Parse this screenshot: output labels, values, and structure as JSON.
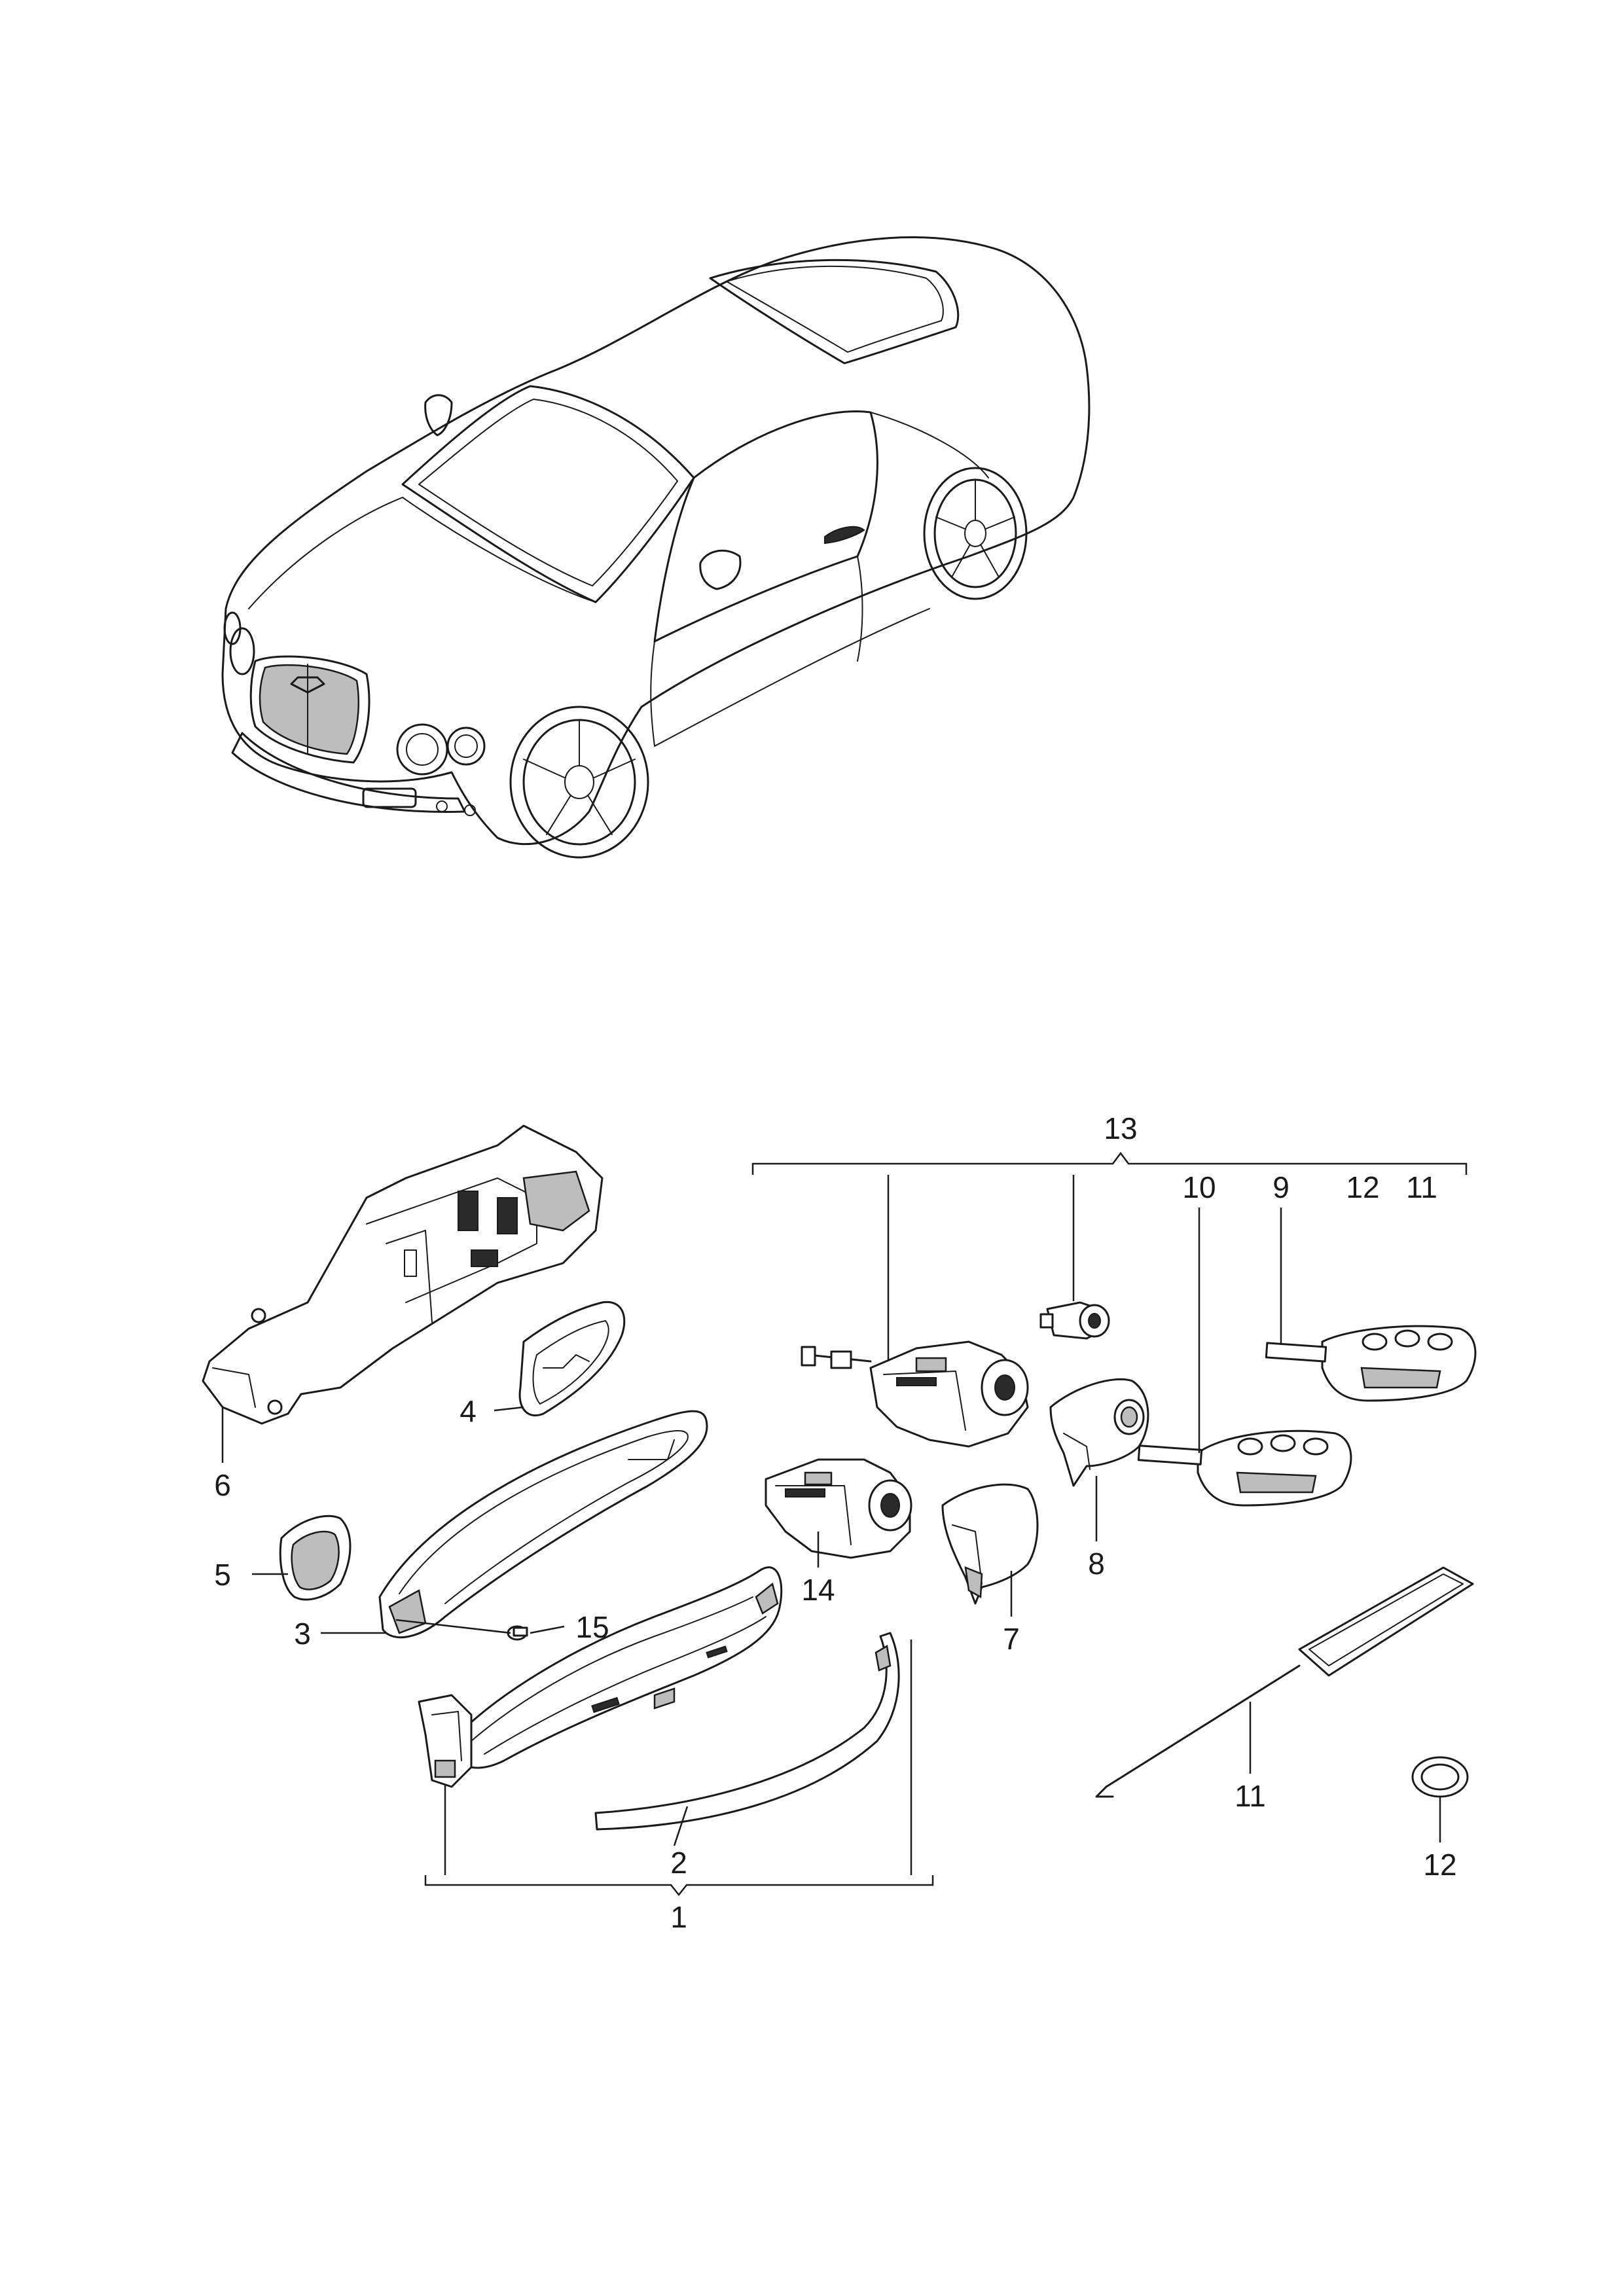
{
  "callouts": {
    "c1": "1",
    "c2": "2",
    "c3": "3",
    "c4": "4",
    "c5": "5",
    "c6": "6",
    "c7": "7",
    "c8": "8",
    "c9": "9",
    "c10": "10",
    "c11_top": "11",
    "c11": "11",
    "c12_top": "12",
    "c12": "12",
    "c13": "13",
    "c14": "14",
    "c15": "15"
  },
  "colors": {
    "line": "#1a1a1a",
    "background": "#ffffff"
  }
}
